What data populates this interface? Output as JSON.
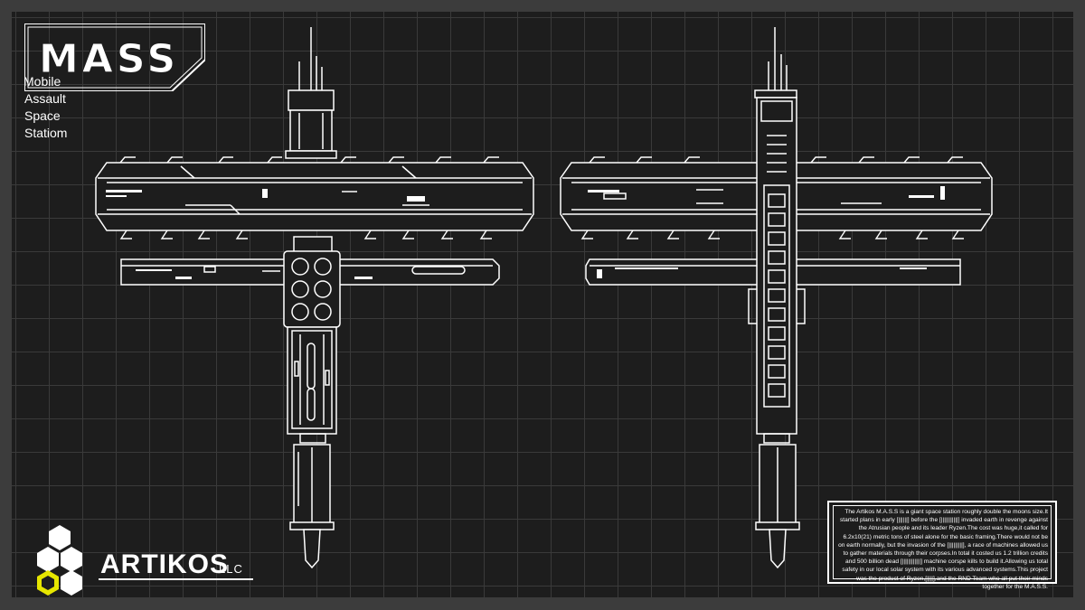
{
  "title": "MASS",
  "subtitle_lines": [
    "Mobile",
    "Assault",
    "Space",
    "Statiom"
  ],
  "logo": {
    "name": "ARTIKOS",
    "suffix": "LLC",
    "accent_color": "#e6e600"
  },
  "description": "The Artikos M.A.S.S is a giant space station roughly double the moons size.It started plans in early [||||||] before the [|||||||||||] invaded earth in revenge against the Atrusian people and its leader Ryzen.The cost was huge,it called for 6.2x10(21) metric tons of steel alone for the basic framing.There would not be on earth normally, but the invasion of the [|||||||||], a race of machines allowed us to gather materials through their corpses.In total it costed us 1.2 trillion credits and 500 billion dead [||||||||||||] machine corspe kills to build it.Allowing us total safety in our local solar system with its various advanced systems.This project was the product of Ryzen,[||||],and the RND Team who all put their minds together for the M.A.S.S.",
  "colors": {
    "background": "#1d1d1d",
    "frame": "#3c3c3c",
    "grid": "#3a3a3a",
    "line": "#ffffff"
  }
}
